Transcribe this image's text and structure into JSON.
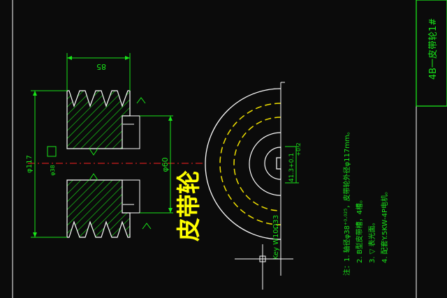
{
  "drawing": {
    "title": "皮带轮",
    "title_block": "4B一皮带轮1#",
    "dims": {
      "width": "85",
      "outer_diameter": "φ117",
      "hub_diameter": "φ60",
      "bore_label": "φ38",
      "key_depth": "41.3+0.1",
      "key_width": "+0.2",
      "key_spec": "Key W10Ω33"
    },
    "notes": [
      "注：1. 轴径φ38⁺⁰·⁰²⁵，皮带轮外径φ117mm。",
      "2. B型皮带槽，4槽。",
      "3. ▽ 表光面。",
      "4. 配套Y.5KW-4P电机。"
    ]
  },
  "colors": {
    "background": "#0b0b0b",
    "outline": "#ffffff",
    "dimension": "#19e619",
    "hatch": "#19cc19",
    "hidden_line": "#f0e000",
    "center_line": "#ff2020",
    "title_text": "#ffff00",
    "note_text": "#19e619"
  }
}
